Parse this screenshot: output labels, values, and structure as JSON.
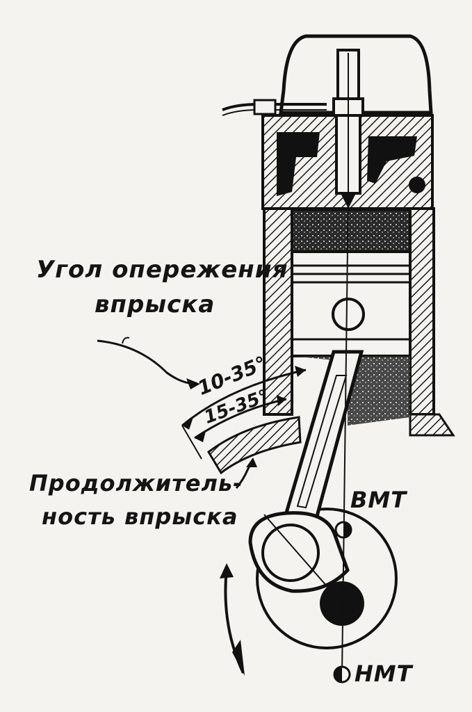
{
  "labels": {
    "advance_line1": "Угол опережения",
    "advance_line2": "впрыска",
    "duration_line1": "Продолжитель-",
    "duration_line2": "ность впрыска",
    "tdc": "ВМТ",
    "bdc": "НМТ",
    "advance_angle": "10-35°",
    "duration_angle": "15-35°"
  }
}
